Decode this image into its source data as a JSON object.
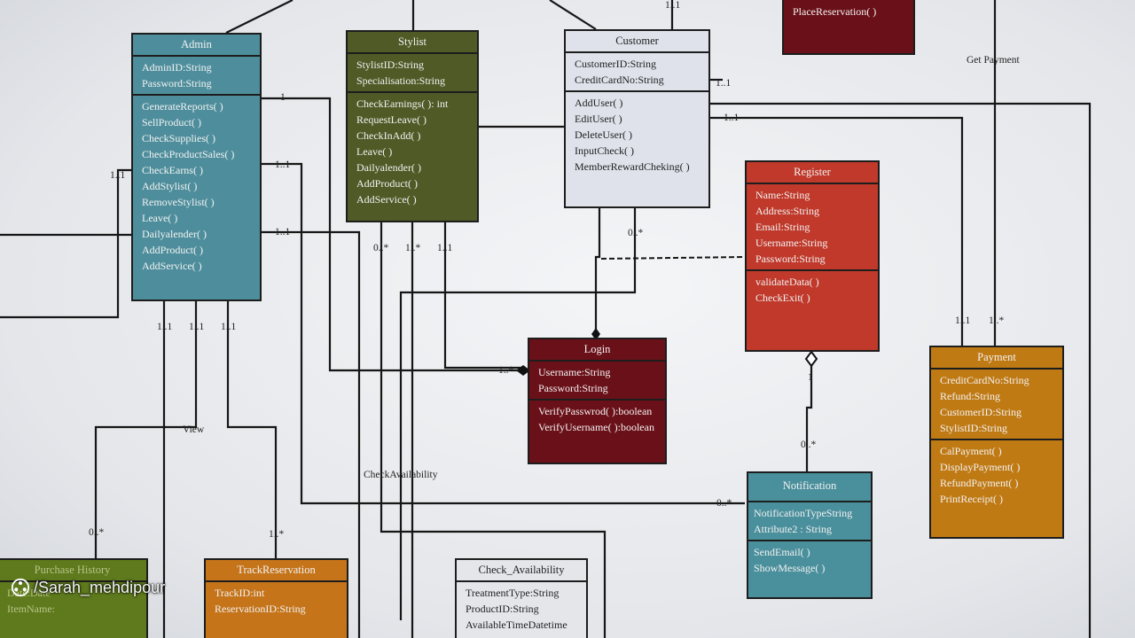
{
  "classes": {
    "admin": {
      "title": "Admin",
      "attributes": [
        "AdminID:String",
        "Password:String"
      ],
      "methods": [
        "GenerateReports( )",
        "SellProduct( )",
        "CheckSupplies( )",
        "CheckProductSales( )",
        "CheckEarns( )",
        "AddStylist( )",
        "RemoveStylist( )",
        "Leave( )",
        "Dailyalender( )",
        "AddProduct( )",
        "AddService( )"
      ]
    },
    "stylist": {
      "title": "Stylist",
      "attributes": [
        "StylistID:String",
        "Specialisation:String"
      ],
      "methods": [
        "CheckEarnings( ): int",
        "RequestLeave( )",
        "CheckInAdd( )",
        "Leave( )",
        "Dailyalender( )",
        "AddProduct( )",
        "AddService( )"
      ]
    },
    "customer": {
      "title": "Customer",
      "attributes": [
        "CustomerID:String",
        "CreditCardNo:String"
      ],
      "methods": [
        "AddUser( )",
        "EditUser( )",
        "DeleteUser( )",
        "InputCheck( )",
        "MemberRewardCheking( )"
      ]
    },
    "register": {
      "title": "Register",
      "attributes": [
        "Name:String",
        "Address:String",
        "Email:String",
        "Username:String",
        "Password:String"
      ],
      "methods": [
        "validateData( )",
        "CheckExit( )"
      ]
    },
    "login": {
      "title": "Login",
      "attributes": [
        "Username:String",
        "Password:String"
      ],
      "methods": [
        "VerifyPasswrod( ):boolean",
        "VerifyUsername( ):boolean"
      ]
    },
    "payment": {
      "title": "Payment",
      "attributes": [
        "CreditCardNo:String",
        "Refund:String",
        "CustomerID:String",
        "StylistID:String"
      ],
      "methods": [
        "CalPayment( )",
        "DisplayPayment( )",
        "RefundPayment( )",
        "PrintReceipt( )"
      ]
    },
    "notification": {
      "title": "Notification",
      "attributes": [
        "NotificationTypeString",
        "Attribute2 : String"
      ],
      "methods": [
        "SendEmail( )",
        "ShowMessage( )"
      ]
    },
    "place_reservation": {
      "methods": [
        "PlaceReservation( )"
      ]
    },
    "track_reservation": {
      "title": "TrackReservation",
      "attributes": [
        "TrackID:int",
        "ReservationID:String"
      ]
    },
    "check_availability": {
      "title": "Check_Availability",
      "attributes": [
        "TreatmentType:String",
        "ProductID:String",
        "AvailableTimeDatetime"
      ]
    },
    "purchase_history": {
      "title": "Purchase History",
      "attributes": [
        "Date:Date",
        "ItemName:"
      ]
    }
  },
  "labels": {
    "get_payment": "Get Payment",
    "view": "View",
    "check_availability": "CheckAvailability",
    "m_1_1": "1..1",
    "m_0_many": "0..*",
    "m_1_many": "1..*",
    "m_1": "1"
  },
  "watermark": {
    "handle": "/Sarah_mehdipour",
    "icon": "film-reel-icon"
  },
  "colors": {
    "admin": "#4e8e9c",
    "stylist": "#4f5a26",
    "customer": "#dfe2ea",
    "register": "#c0392b",
    "login": "#6a1018",
    "payment": "#c07a14",
    "notification": "#4a8f9c",
    "place_reservation": "#6a1018",
    "track_reservation": "#c5741a",
    "check_availability": "#e4e6ea",
    "purchase_history": "#5e7a1c"
  }
}
